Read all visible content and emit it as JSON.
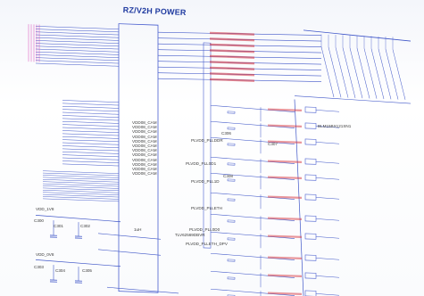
{
  "diagram": {
    "title": "RZ/V2H POWER",
    "colors": {
      "wire_blue": "#3f56c8",
      "wire_pink": "#d94ab8",
      "net_red": "#d6303a",
      "text": "#333333",
      "title": "#1f3aa0",
      "box": "#4a5fcf"
    },
    "power_rails": [
      "PLVDD_PLLETH_DPV",
      "PLVDD_PLL0D0",
      "PLVDD_PLL0D1",
      "PLVDD_PLL1D",
      "PLVDD_PLLETH",
      "PLVDD_PLLDDR"
    ],
    "supply_labels": [
      "VDD_1V8",
      "VDD_0V8"
    ],
    "pin_labels": [
      "VDD08_CAM",
      "VDD08_CAM",
      "VDD08_CAM",
      "VDD08_CAM",
      "VDD08_CAM",
      "VDD08_CAM",
      "VDD08_CAM",
      "VDD08_CAM",
      "VDD08_CAM",
      "VDD08_CAM",
      "VDD08_CAM",
      "VDD08_CAM"
    ],
    "cap_labels": [
      "C300",
      "C301",
      "C302",
      "C303",
      "C304",
      "C305",
      "C306",
      "C307",
      "C308"
    ],
    "part_labels": [
      "BLM15BX121SN1",
      "TLV62569DBVR",
      "1uH"
    ]
  }
}
